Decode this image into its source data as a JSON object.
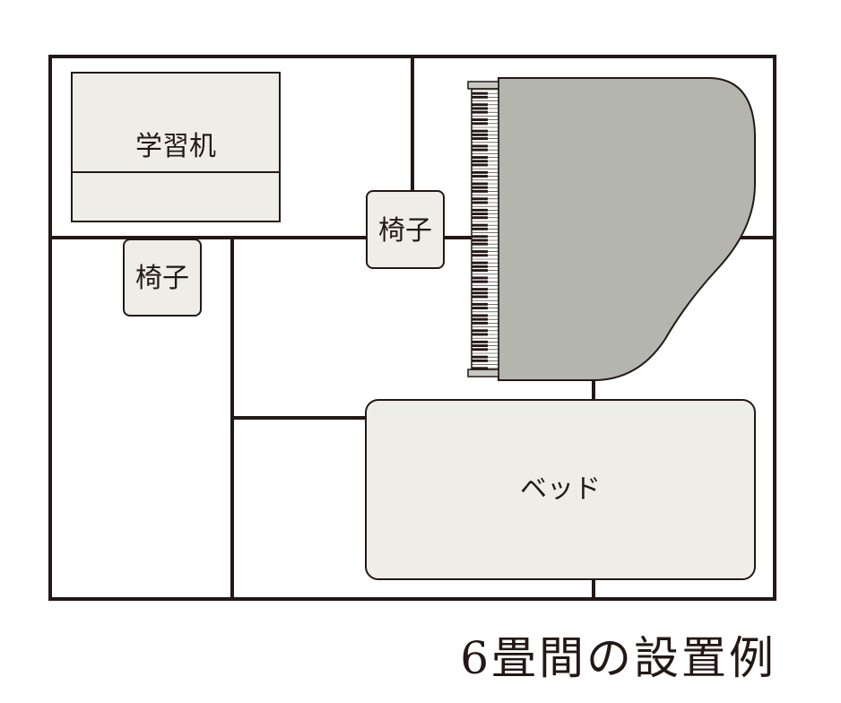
{
  "plan": {
    "caption": "6畳間の設置例",
    "furniture": {
      "desk_label": "学習机",
      "chair_left_label": "椅子",
      "chair_right_label": "椅子",
      "bed_label": "ベッド"
    },
    "colors": {
      "line": "#231815",
      "furniture_fill": "#eeede8",
      "piano_fill": "#b5b5b0",
      "background": "#ffffff"
    }
  }
}
